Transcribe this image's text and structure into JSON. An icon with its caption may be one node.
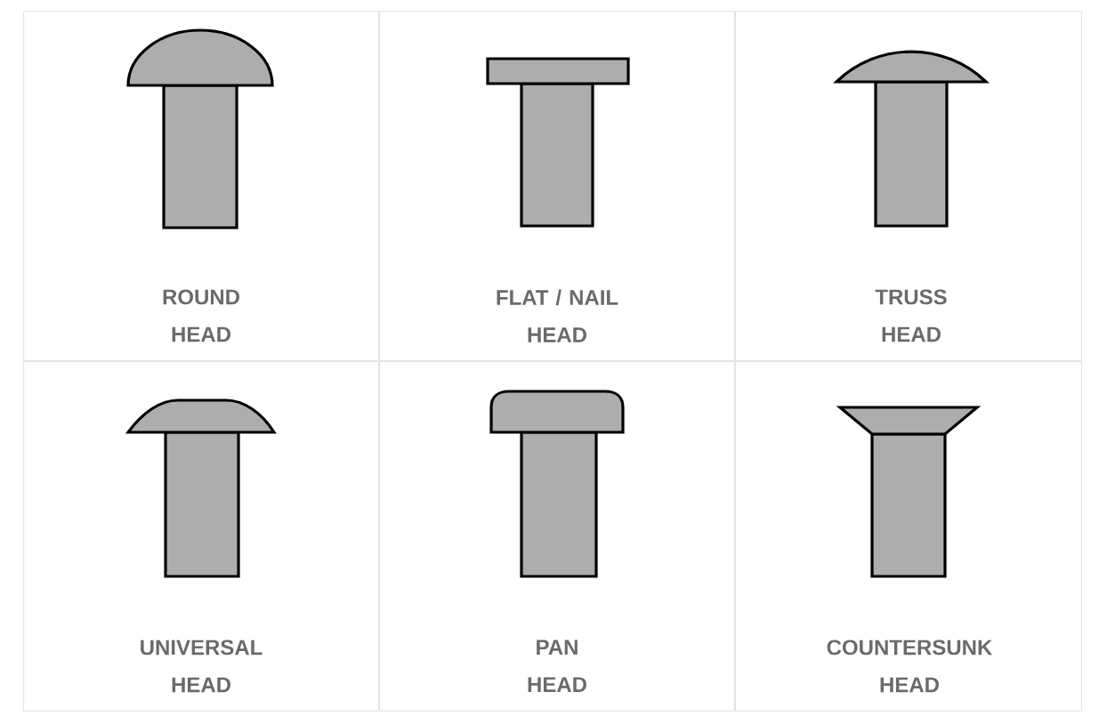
{
  "diagram": {
    "nodes": [
      {
        "text": [
          "ROUND HEAD"
        ]
      },
      {
        "text": [
          "FLAT / NAIL HEAD"
        ]
      },
      {
        "text": [
          "TRUSS HEAD"
        ]
      },
      {
        "text": [
          "UNIVERSAL HEAD"
        ]
      },
      {
        "text": [
          "PAN HEAD"
        ]
      },
      {
        "text": [
          "COUNTERSUNK HEAD"
        ]
      }
    ]
  }
}
